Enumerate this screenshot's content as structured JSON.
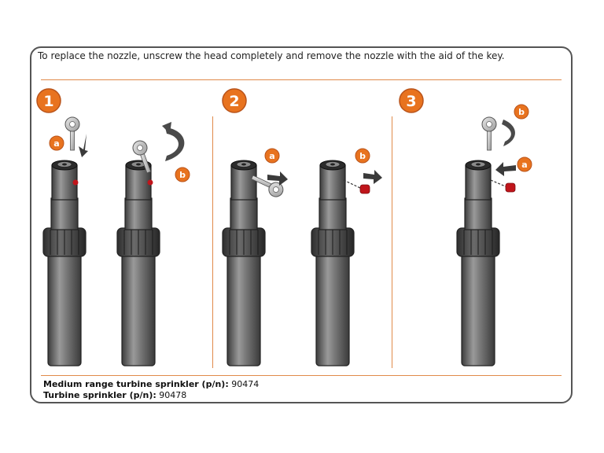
{
  "instruction": "To replace the nozzle, unscrew the head completely and remove the nozzle with the aid of the key.",
  "steps": [
    {
      "number": "1",
      "callouts": [
        "a",
        "b"
      ]
    },
    {
      "number": "2",
      "callouts": [
        "a",
        "b"
      ]
    },
    {
      "number": "3",
      "callouts": [
        "a",
        "b"
      ]
    }
  ],
  "footer": {
    "line1_label": "Medium range turbine sprinkler (p/n):",
    "line1_value": "90474",
    "line2_label": "Turbine sprinkler (p/n):",
    "line2_value": "90478"
  },
  "colors": {
    "accent": "#e8731f",
    "nozzle": "#c0151b",
    "body": "#6d6d6d",
    "border": "#555555"
  }
}
